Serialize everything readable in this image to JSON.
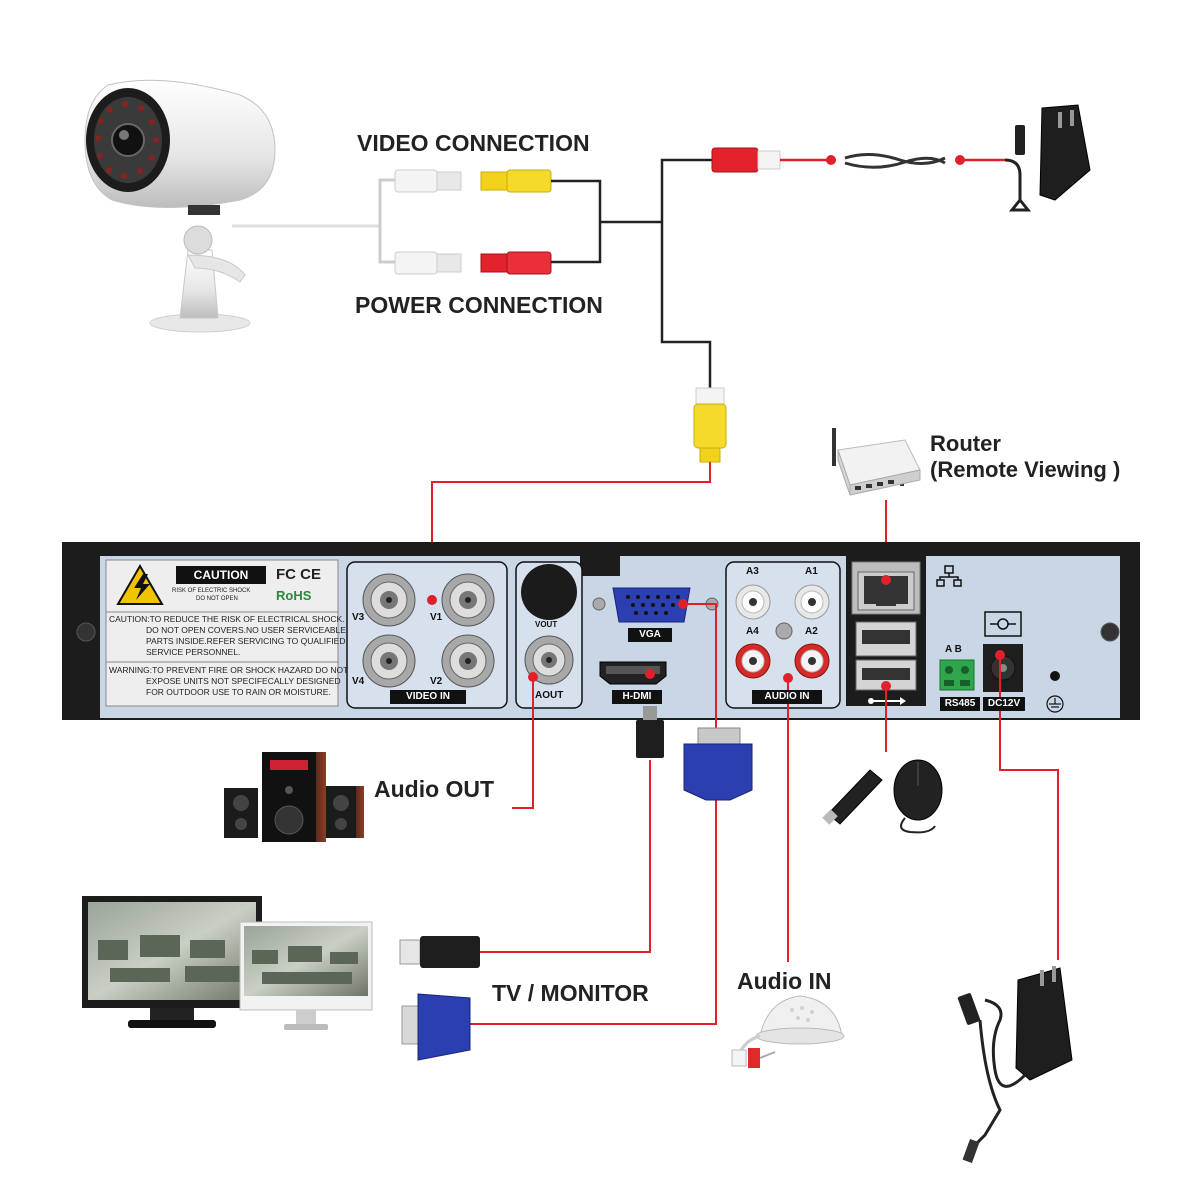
{
  "labels": {
    "video_connection": "VIDEO CONNECTION",
    "power_connection": "POWER CONNECTION",
    "router_line1": "Router",
    "router_line2": "(Remote Viewing )",
    "audio_out": "Audio OUT",
    "tv_monitor": "TV / MONITOR",
    "audio_in": "Audio IN"
  },
  "dvr": {
    "caution_title": "CAUTION",
    "caution_sub1": "RISK OF ELECTRIC SHOCK",
    "caution_sub2": "DO NOT OPEN",
    "fcc_mark": "FC CE",
    "rohs_mark": "RoHS",
    "caution_text1": "CAUTION:TO REDUCE THE RISK OF ELECTRICAL SHOCK.",
    "caution_text2": "DO NOT OPEN COVERS.NO USER SERVICEABLE",
    "caution_text3": "PARTS INSIDE.REFER SERVICING TO QUALIFIED",
    "caution_text4": "SERVICE PERSONNEL.",
    "warning_text1": "WARNING:TO PREVENT FIRE OR SHOCK HAZARD DO NOT",
    "warning_text2": "EXPOSE UNITS NOT SPECIFECALLY DESIGNED",
    "warning_text3": "FOR OUTDOOR USE TO RAIN OR MOISTURE.",
    "video_in_labels": [
      "V3",
      "V1",
      "V4",
      "V2"
    ],
    "video_in": "VIDEO IN",
    "vout": "VOUT",
    "aout": "AOUT",
    "vga": "VGA",
    "hdmi": "H-DMI",
    "audio_in_labels": [
      "A3",
      "A1",
      "A4",
      "A2"
    ],
    "audio_in": "AUDIO IN",
    "rs485_ab": "A  B",
    "rs485": "RS485",
    "dc12v": "DC12V"
  },
  "colors": {
    "line_red": "#e0202a",
    "line_black": "#222222",
    "panel": "#c9d6e6",
    "chassis": "#1c1c1c",
    "rca_yellow": "#f2d21a",
    "rca_red": "#e3222c",
    "vga_blue": "#2b3fb0"
  }
}
